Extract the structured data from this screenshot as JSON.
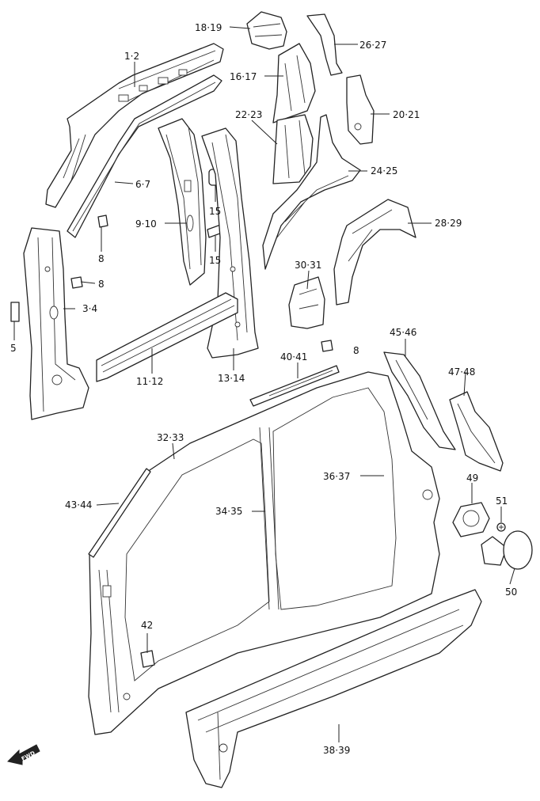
{
  "labels": {
    "p1_2": "1·2",
    "p3_4": "3·4",
    "p5": "5",
    "p6_7": "6·7",
    "p8a": "8",
    "p8b": "8",
    "p8c": "8",
    "p9_10": "9·10",
    "p11_12": "11·12",
    "p13_14": "13·14",
    "p15a": "15",
    "p15b": "15",
    "p16_17": "16·17",
    "p18_19": "18·19",
    "p20_21": "20·21",
    "p22_23": "22·23",
    "p24_25": "24·25",
    "p26_27": "26·27",
    "p28_29": "28·29",
    "p30_31": "30·31",
    "p32_33": "32·33",
    "p34_35": "34·35",
    "p36_37": "36·37",
    "p38_39": "38·39",
    "p40_41": "40·41",
    "p42": "42",
    "p43_44": "43·44",
    "p45_46": "45·46",
    "p47_48": "47·48",
    "p49": "49",
    "p50": "50",
    "p51": "51"
  },
  "fwd_marker": {
    "text": "FWD",
    "icon": "forward-arrow-icon"
  },
  "colors": {
    "line": "#222222",
    "background": "#ffffff"
  }
}
